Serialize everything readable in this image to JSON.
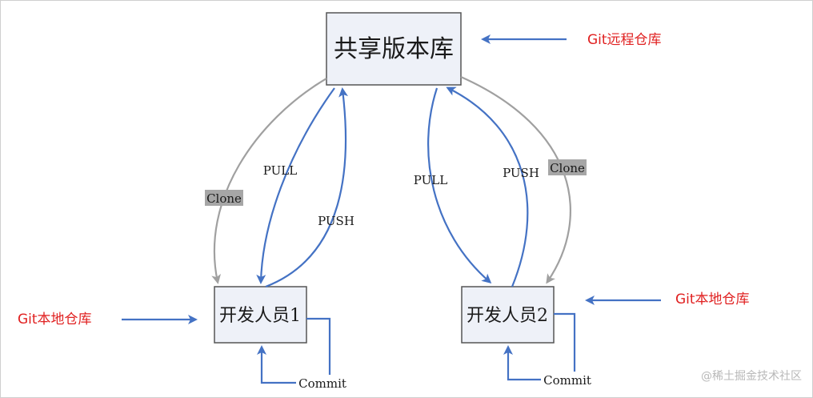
{
  "nodes": {
    "shared_repo": "共享版本库",
    "dev1": "开发人员1",
    "dev2": "开发人员2"
  },
  "edges": {
    "pull_left": "PULL",
    "push_left": "PUSH",
    "pull_right": "PULL",
    "push_right": "PUSH",
    "clone_left": "Clone",
    "clone_right": "Clone",
    "commit_left": "Commit",
    "commit_right": "Commit"
  },
  "annotations": {
    "remote": "Git远程仓库",
    "local_left": "Git本地仓库",
    "local_right": "Git本地仓库"
  },
  "watermark": "@稀土掘金技术社区",
  "colors": {
    "box_fill": "#eef1f8",
    "box_stroke": "#555555",
    "blue_arrow": "#4472c4",
    "gray_arrow": "#a0a0a0",
    "clone_tag_bg": "#a6a6a6",
    "annotation_red": "#e02020"
  }
}
